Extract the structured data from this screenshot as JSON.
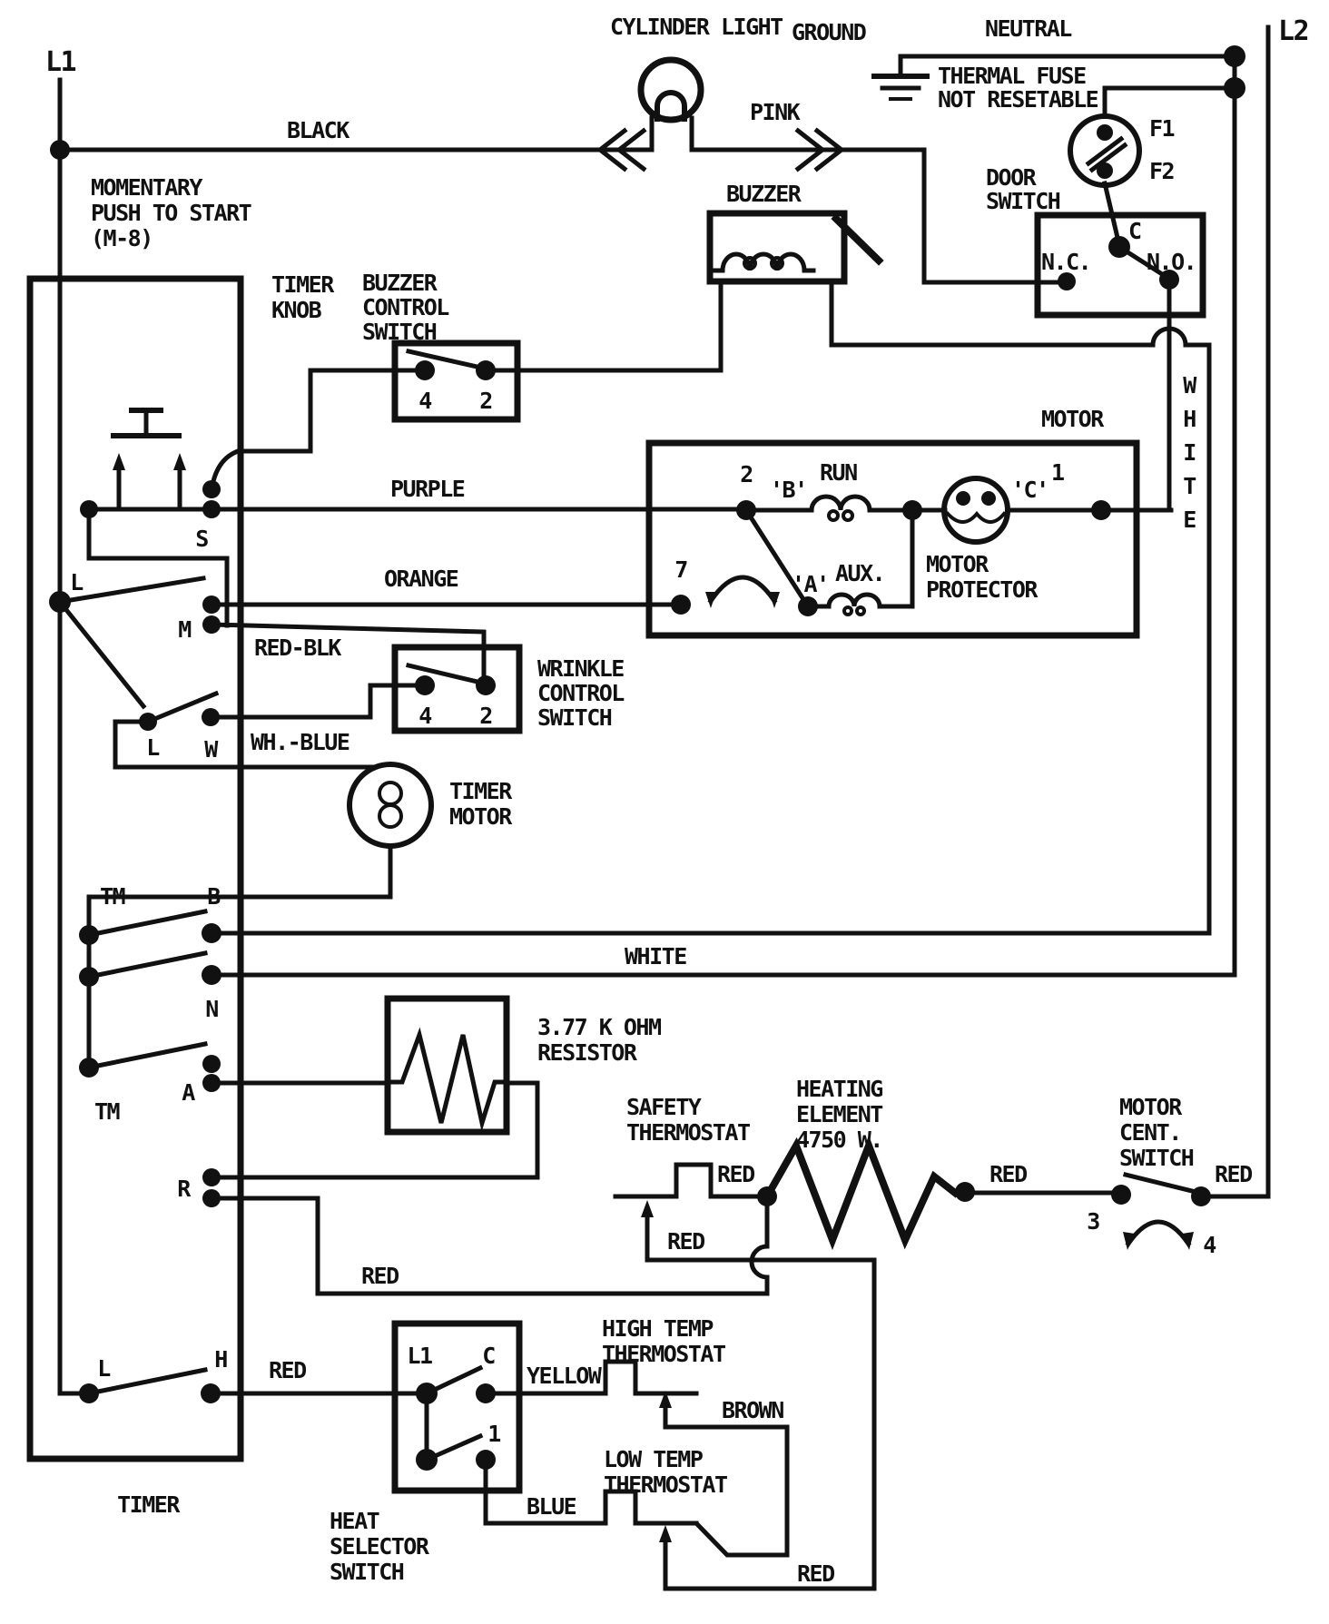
{
  "colors": {
    "ink": "#111111",
    "paper": "#ffffff"
  },
  "power": {
    "l1": "L1",
    "l2": "L2",
    "neutral": "NEUTRAL",
    "ground": "GROUND"
  },
  "wires": {
    "black": "BLACK",
    "pink": "PINK",
    "purple": "PURPLE",
    "orange": "ORANGE",
    "red_blk": "RED-BLK",
    "wh_blue": "WH.-BLUE",
    "white": "WHITE",
    "white_v": [
      "W",
      "H",
      "I",
      "T",
      "E"
    ],
    "yellow": "YELLOW",
    "blue": "BLUE",
    "brown": "BROWN",
    "red": "RED"
  },
  "contacts": {
    "s": "S",
    "l": "L",
    "m": "M",
    "w": "W",
    "tm": "TM",
    "b": "B",
    "n": "N",
    "a": "A",
    "r": "R",
    "h": "H"
  },
  "components": {
    "cylinder_light": "CYLINDER LIGHT",
    "buzzer": "BUZZER",
    "thermal_fuse": [
      "THERMAL FUSE",
      "NOT RESETABLE"
    ],
    "fuse": {
      "f1": "F1",
      "f2": "F2"
    },
    "door": {
      "title": [
        "DOOR",
        "SWITCH"
      ],
      "nc": "N.C.",
      "c": "C",
      "no": "N.O."
    },
    "momentary": [
      "MOMENTARY",
      "PUSH TO START",
      "(M-8)"
    ],
    "timer_knob": [
      "TIMER",
      "KNOB"
    ],
    "timer_label": "TIMER",
    "buzz_sw": {
      "title": [
        "BUZZER",
        "CONTROL",
        "SWITCH"
      ],
      "t4": "4",
      "t2": "2"
    },
    "motor": {
      "title": "MOTOR",
      "t2": "2",
      "b": "'B'",
      "run": "RUN",
      "c": "'C'",
      "t1": "1",
      "t7": "7",
      "a": "'A'",
      "aux": "AUX.",
      "protector": [
        "MOTOR",
        "PROTECTOR"
      ]
    },
    "wrinkle": {
      "title": [
        "WRINKLE",
        "CONTROL",
        "SWITCH"
      ],
      "t4": "4",
      "t2": "2"
    },
    "timer_motor": [
      "TIMER",
      "MOTOR"
    ],
    "resistor": [
      "3.77 K OHM",
      "RESISTOR"
    ],
    "safety": [
      "SAFETY",
      "THERMOSTAT"
    ],
    "heating": [
      "HEATING",
      "ELEMENT",
      "4750 W."
    ],
    "cent": {
      "title": [
        "MOTOR",
        "CENT.",
        "SWITCH"
      ],
      "t3": "3",
      "t4": "4"
    },
    "heatsel": {
      "title": [
        "HEAT",
        "SELECTOR",
        "SWITCH"
      ],
      "l1": "L1",
      "c": "C",
      "t1": "1"
    },
    "high_temp": [
      "HIGH TEMP",
      "THERMOSTAT"
    ],
    "low_temp": [
      "LOW TEMP",
      "THERMOSTAT"
    ]
  }
}
